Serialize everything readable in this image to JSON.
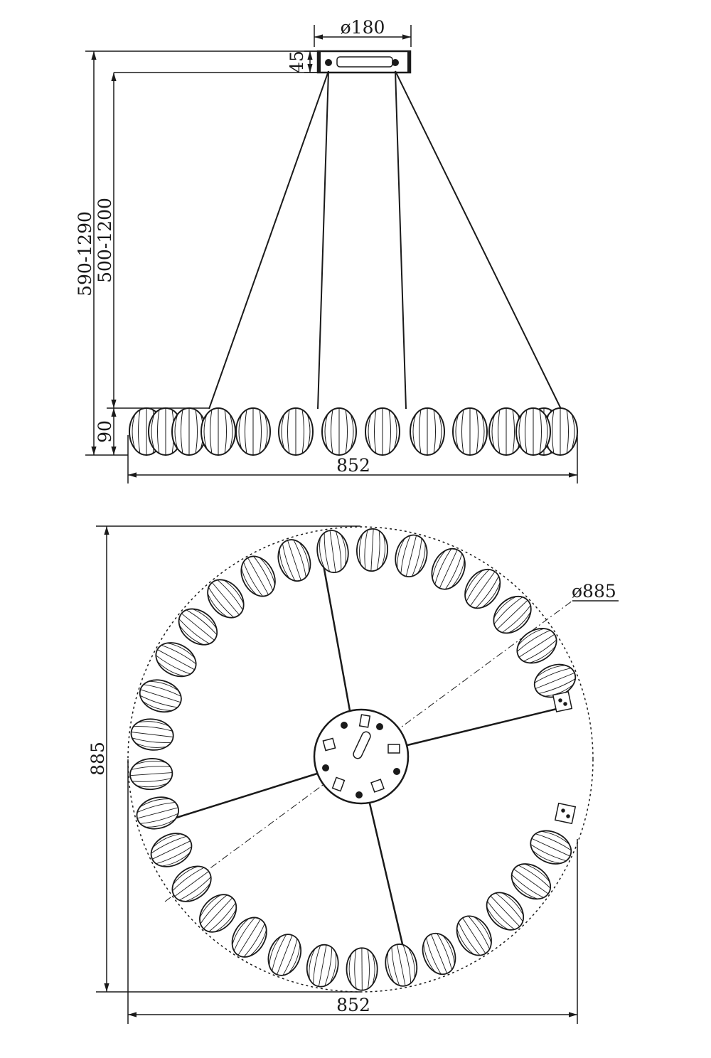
{
  "dimensions": {
    "canopy_diameter": "ø180",
    "canopy_height": "45",
    "total_height": "590-1290",
    "cable_length": "500-1200",
    "ring_height": "90",
    "ring_width_side": "852",
    "plan_diameter": "ø885",
    "plan_height": "885",
    "plan_width": "852"
  },
  "colors": {
    "line": "#1a1a1a",
    "background": "#ffffff"
  }
}
